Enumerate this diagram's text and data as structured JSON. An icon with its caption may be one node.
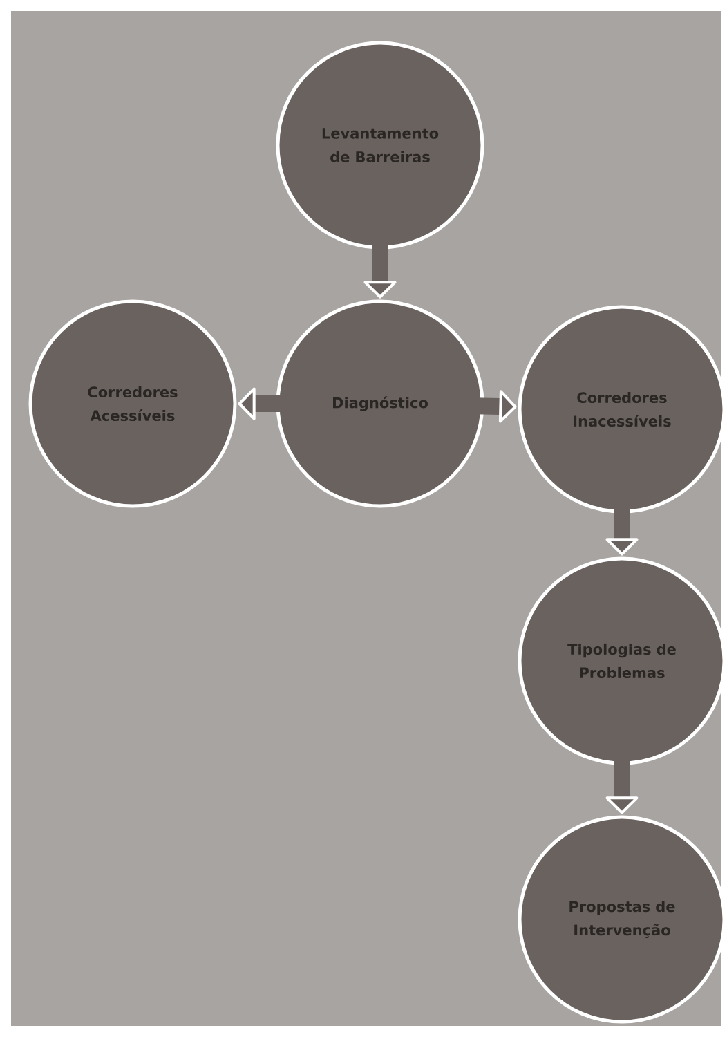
{
  "diagram": {
    "nodes": [
      {
        "text": [
          "Levantamento de Barreiras"
        ]
      },
      {
        "text": [
          "Diagnóstico"
        ]
      },
      {
        "text": [
          "Corredores Acessíveis"
        ]
      },
      {
        "text": [
          "Corredores Inacessíveis"
        ]
      },
      {
        "text": [
          "Tipologias de Problemas"
        ]
      },
      {
        "text": [
          "Propostas de Intervenção"
        ]
      }
    ],
    "edges": [
      {
        "from": 0,
        "to": 1,
        "arrow": "to"
      },
      {
        "from": 1,
        "to": 2,
        "arrow": "to"
      },
      {
        "from": 1,
        "to": 3,
        "arrow": "to"
      },
      {
        "from": 3,
        "to": 4,
        "arrow": "to"
      },
      {
        "from": 4,
        "to": 5,
        "arrow": "to"
      }
    ]
  }
}
